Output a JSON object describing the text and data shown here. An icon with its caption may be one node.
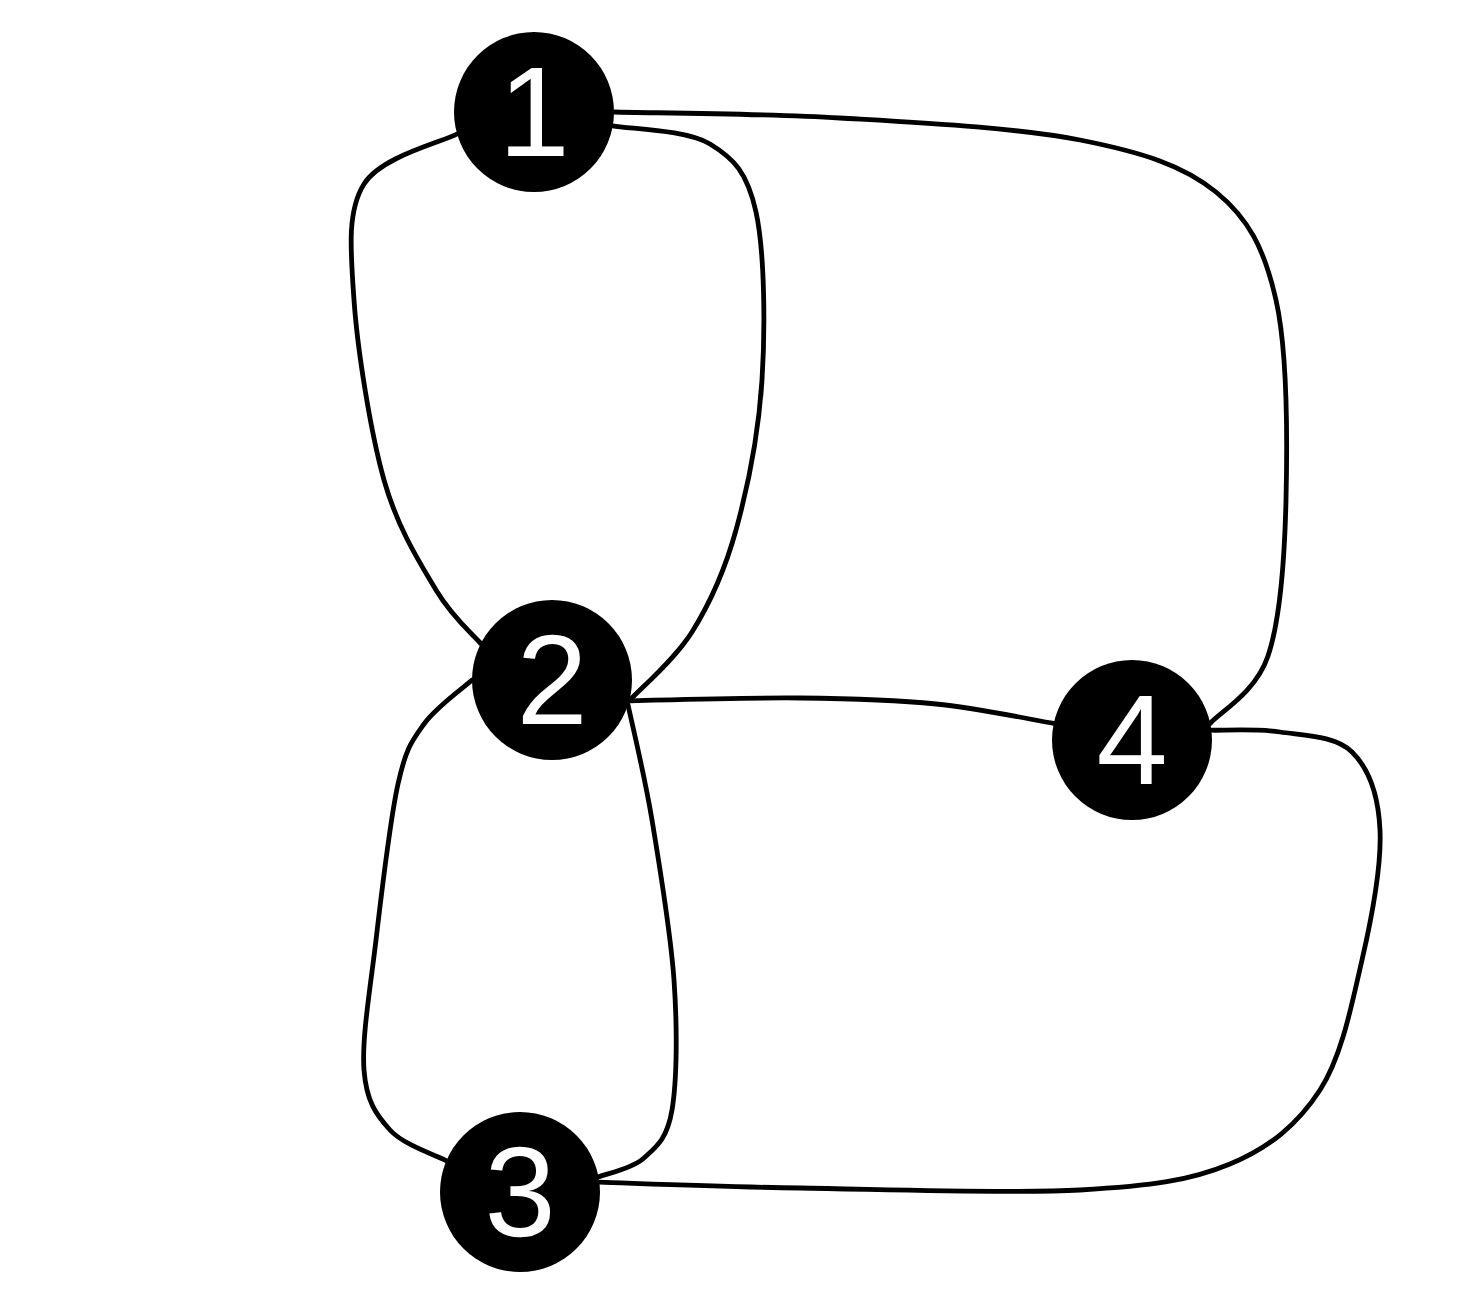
{
  "diagram": {
    "nodes": [
      {
        "text": [
          "1"
        ]
      },
      {
        "text": [
          "2"
        ]
      },
      {
        "text": [
          "3"
        ]
      },
      {
        "text": [
          "4"
        ]
      }
    ],
    "edges": [
      {
        "from": 0,
        "to": 1,
        "arrow": "none"
      },
      {
        "from": 0,
        "to": 1,
        "arrow": "none"
      },
      {
        "from": 0,
        "to": 3,
        "arrow": "none"
      },
      {
        "from": 1,
        "to": 3,
        "arrow": "none"
      },
      {
        "from": 1,
        "to": 2,
        "arrow": "none"
      },
      {
        "from": 1,
        "to": 2,
        "arrow": "none"
      },
      {
        "from": 3,
        "to": 2,
        "arrow": "none"
      }
    ]
  }
}
